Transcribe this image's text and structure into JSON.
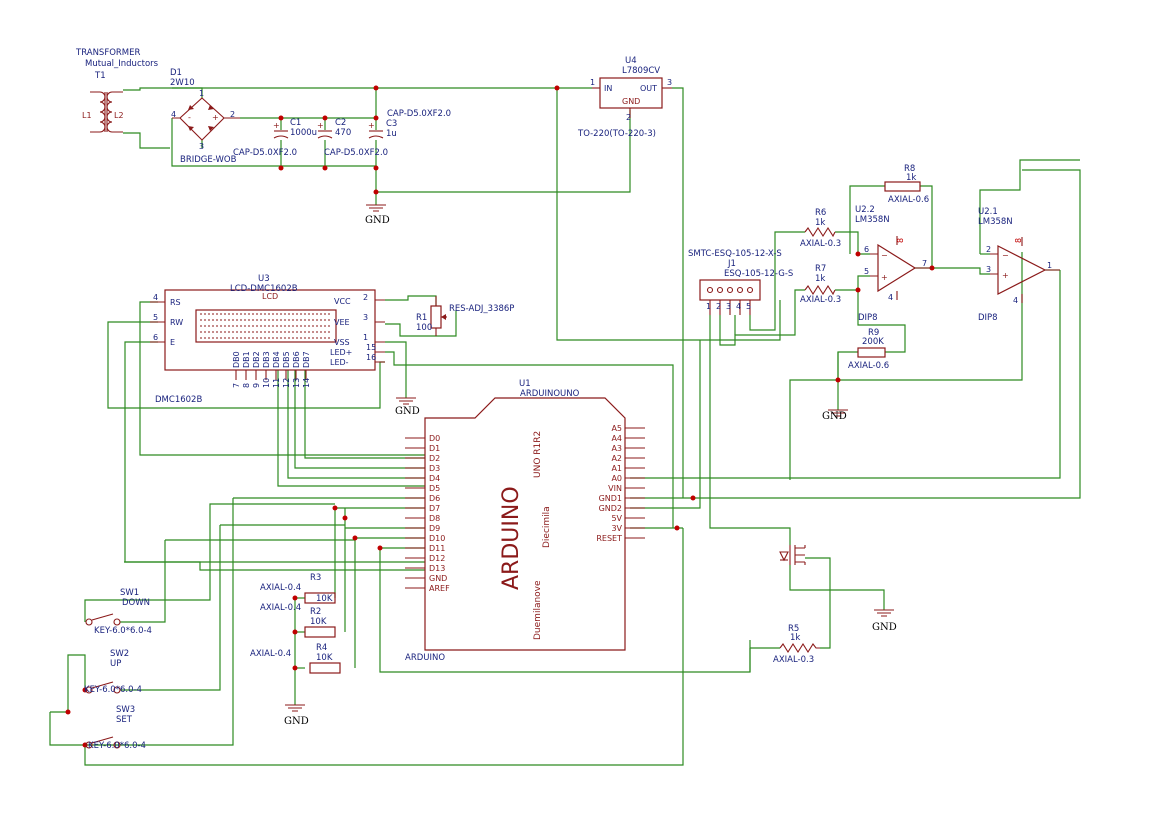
{
  "transformer": {
    "ref": "T1",
    "name": "TRANSFORMER",
    "value": "Mutual_Inductors",
    "l1": "L1",
    "l2": "L2"
  },
  "bridge": {
    "ref": "D1",
    "value": "2W10",
    "footprint": "BRIDGE-WOB",
    "pins": [
      "1",
      "2",
      "3",
      "4"
    ]
  },
  "capacitors": [
    {
      "ref": "C1",
      "value": "1000u",
      "footprint": "CAP-D5.0XF2.0"
    },
    {
      "ref": "C2",
      "value": "470",
      "footprint": "CAP-D5.0XF2.0"
    },
    {
      "ref": "C3",
      "value": "1u",
      "footprint": "CAP-D5.0XF2.0"
    }
  ],
  "regulator": {
    "ref": "U4",
    "value": "L7809CV",
    "footprint": "TO-220(TO-220-3)",
    "in": "IN",
    "out": "OUT",
    "gnd": "GND",
    "pins": [
      "1",
      "2",
      "3"
    ]
  },
  "ground_label": "GND",
  "lcd": {
    "ref": "U3",
    "value": "LCD-DMC1602B",
    "footprint": "DMC1602B",
    "screen": "LCD",
    "left_pins": [
      {
        "num": "4",
        "name": "RS"
      },
      {
        "num": "5",
        "name": "RW"
      },
      {
        "num": "6",
        "name": "E"
      }
    ],
    "right_pins": [
      {
        "num": "2",
        "name": "VCC"
      },
      {
        "num": "3",
        "name": "VEE"
      },
      {
        "num": "1",
        "name": "VSS"
      },
      {
        "num": "15",
        "name": "LED+"
      },
      {
        "num": "16",
        "name": "LED-"
      }
    ],
    "data_pins": [
      "DB0",
      "DB1",
      "DB2",
      "DB3",
      "DB4",
      "DB5",
      "DB6",
      "DB7"
    ],
    "data_nums": [
      "7",
      "8",
      "9",
      "10",
      "11",
      "12",
      "13",
      "14"
    ]
  },
  "pot": {
    "ref": "R1",
    "value": "100",
    "footprint": "RES-ADJ_3386P"
  },
  "arduino": {
    "ref": "U1",
    "value": "ARDUINOUNO",
    "footprint": "ARDUINO",
    "logo": "ARDUINO",
    "text1": "UNO R1R2",
    "text2": "Diecimila",
    "text3": "Duemilanove",
    "left_pins": [
      "D0",
      "D1",
      "D2",
      "D3",
      "D4",
      "D5",
      "D6",
      "D7",
      "D8",
      "D9",
      "D10",
      "D11",
      "D12",
      "D13",
      "GND",
      "AREF"
    ],
    "right_pins": [
      "A5",
      "A4",
      "A3",
      "A2",
      "A1",
      "A0",
      "VIN",
      "GND1",
      "GND2",
      "5V",
      "3V",
      "RESET"
    ]
  },
  "resistors": [
    {
      "ref": "R2",
      "value": "10K",
      "footprint": "AXIAL-0.4"
    },
    {
      "ref": "R3",
      "value": "10K",
      "footprint": "AXIAL-0.4"
    },
    {
      "ref": "R4",
      "value": "10K",
      "footprint": "AXIAL-0.4"
    },
    {
      "ref": "R5",
      "value": "1k",
      "footprint": "AXIAL-0.3"
    },
    {
      "ref": "R6",
      "value": "1k",
      "footprint": "AXIAL-0.3"
    },
    {
      "ref": "R7",
      "value": "1k",
      "footprint": "AXIAL-0.3"
    },
    {
      "ref": "R8",
      "value": "1k",
      "footprint": "AXIAL-0.6"
    },
    {
      "ref": "R9",
      "value": "200K",
      "footprint": "AXIAL-0.6"
    }
  ],
  "switches": [
    {
      "ref": "SW1",
      "value": "DOWN",
      "footprint": "KEY-6.0*6.0-4"
    },
    {
      "ref": "SW2",
      "value": "UP",
      "footprint": "KEY-6.0*6.0-4"
    },
    {
      "ref": "SW3",
      "value": "SET",
      "footprint": "KEY-6.0*6.0-4"
    }
  ],
  "connector": {
    "ref": "J1",
    "value": "ESQ-105-12-G-S",
    "footprint": "SMTC-ESQ-105-12-X-S",
    "pins": [
      "1",
      "2",
      "3",
      "4",
      "5"
    ]
  },
  "opamps": [
    {
      "ref": "U2.2",
      "value": "LM358N",
      "footprint": "DIP8",
      "pins": [
        "6",
        "5",
        "7",
        "8",
        "4"
      ]
    },
    {
      "ref": "U2.1",
      "value": "LM358N",
      "footprint": "DIP8",
      "pins": [
        "2",
        "3",
        "1",
        "8",
        "4"
      ]
    }
  ],
  "colors": {
    "wire": "#2e8b22",
    "part": "#8b1a1a",
    "text": "#1a237e",
    "junction": "#c00000",
    "pin_num": "#c00000"
  }
}
